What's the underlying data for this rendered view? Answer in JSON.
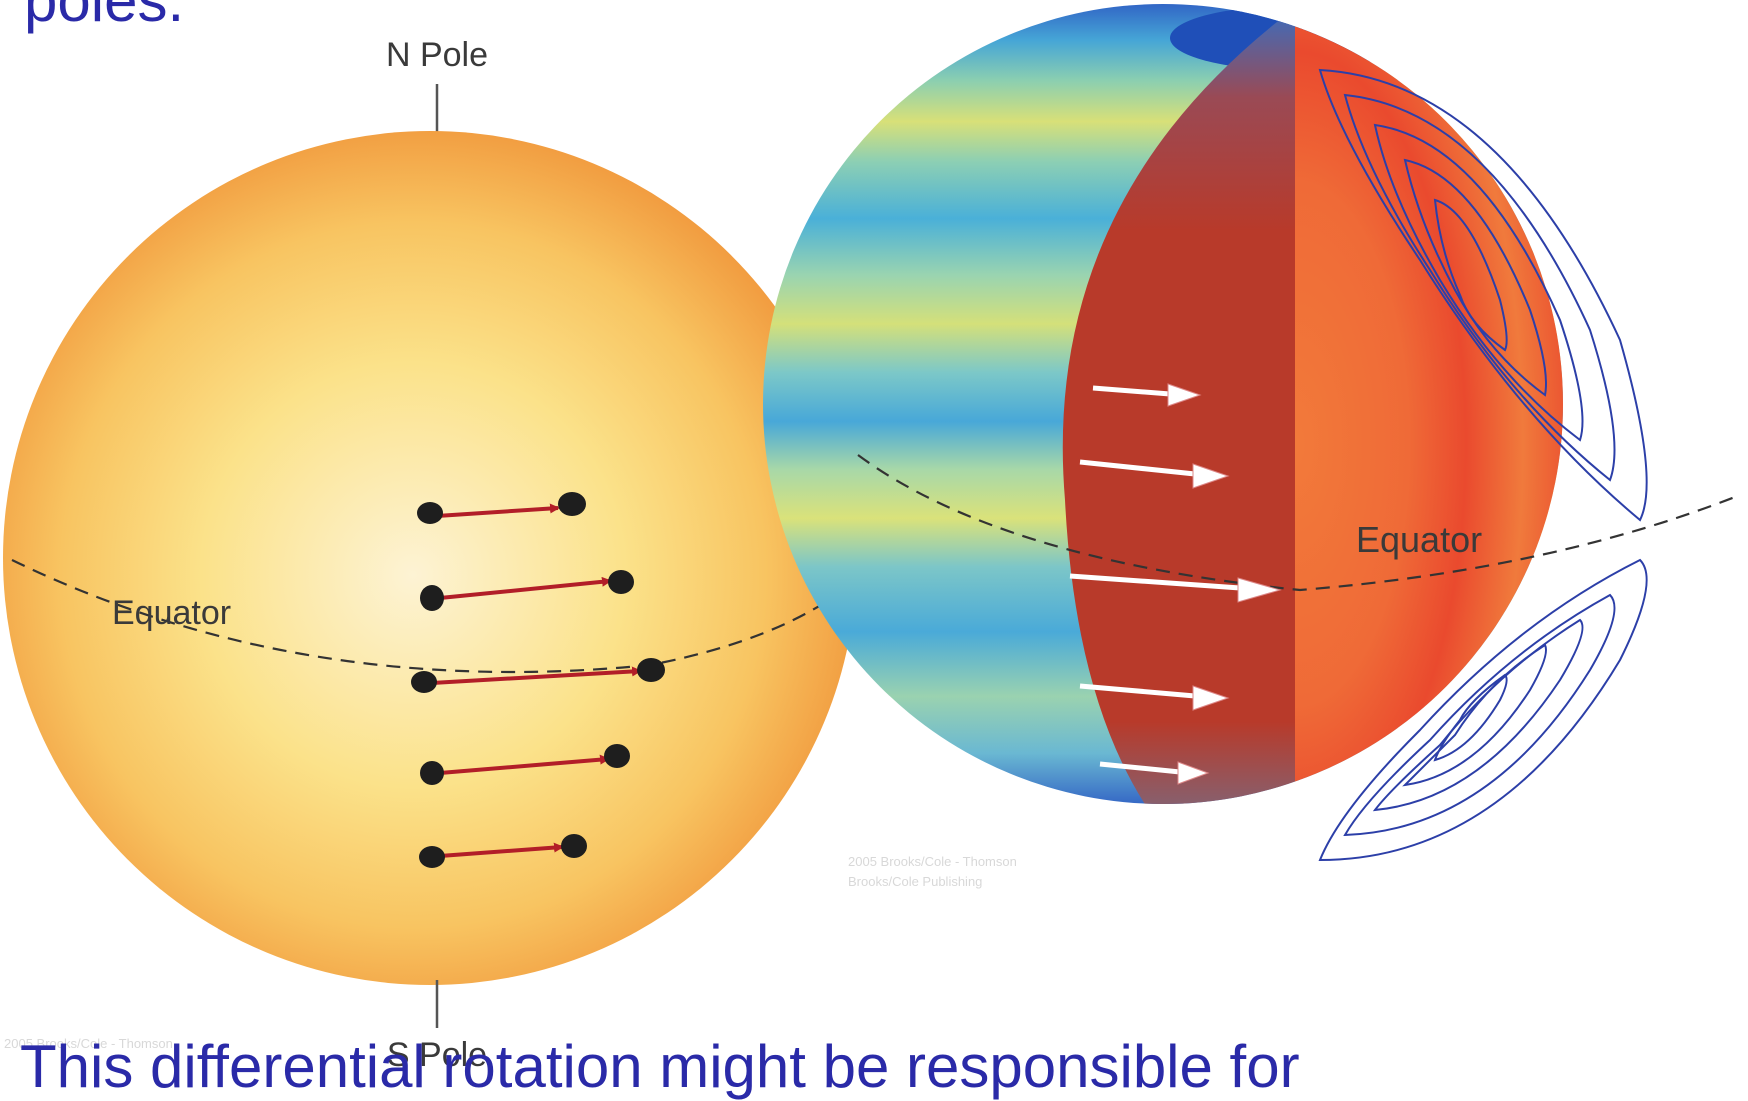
{
  "slide": {
    "top_text": "poles.",
    "bottom_text": "This differential rotation might be responsible for"
  },
  "left_diagram": {
    "north_label": "N Pole",
    "south_label": "S Pole",
    "equator_label": "Equator",
    "watermark": "2005 Brooks/Cole - Thomson"
  },
  "right_diagram": {
    "equator_label": "Equator",
    "watermark_line1": "2005 Brooks/Cole - Thomson",
    "watermark_line2": "Brooks/Cole Publishing"
  },
  "colors": {
    "slide_text": "#2a2aa8",
    "sun_center": "#fdf0c8",
    "sun_edge": "#f29a3a",
    "arrow_red": "#b21e28",
    "interior_red": "#ea4a2e",
    "cut_face": "#b83a2a",
    "flow_blue": "#2c3fa8"
  }
}
